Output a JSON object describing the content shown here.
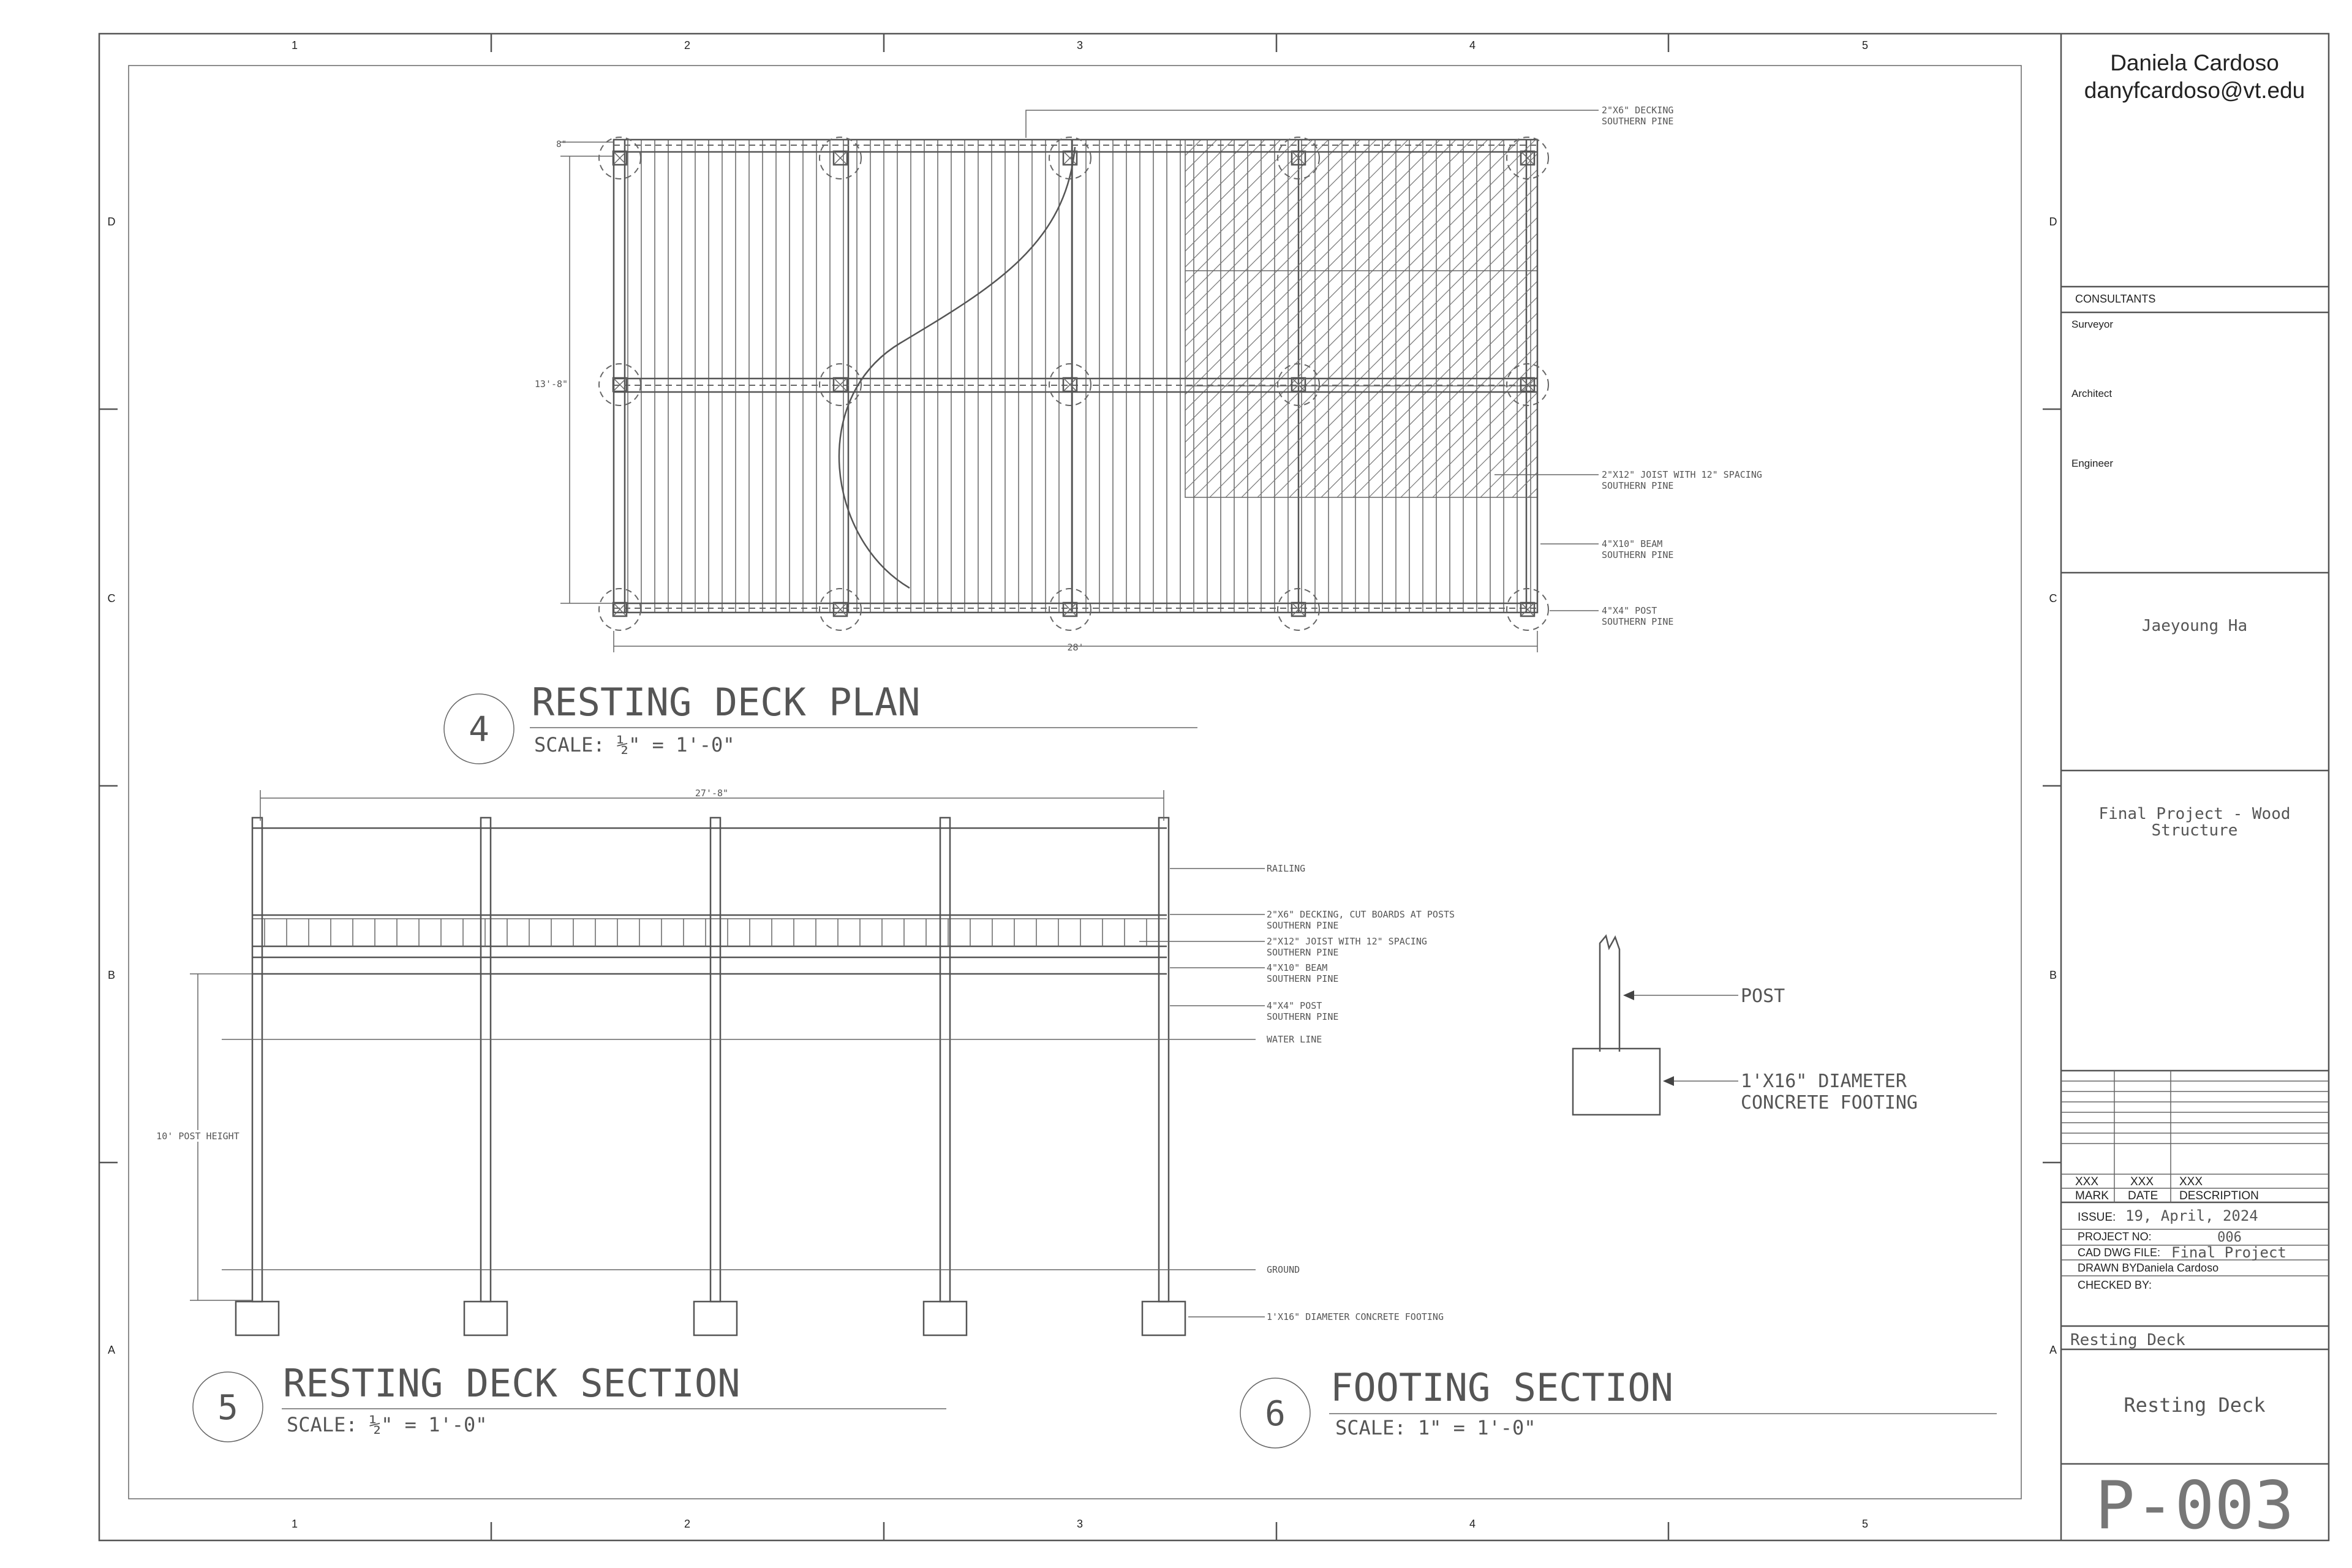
{
  "grid": {
    "columns": [
      "1",
      "2",
      "3",
      "4",
      "5"
    ],
    "rows": [
      "D",
      "C",
      "B",
      "A"
    ]
  },
  "title_block": {
    "author_name": "Daniela Cardoso",
    "author_email": "danyfcardoso@vt.edu",
    "consultants_header": "CONSULTANTS",
    "consultants": [
      "Surveyor",
      "Architect",
      "Engineer"
    ],
    "client": "Jaeyoung Ha",
    "project_title_line1": "Final Project - Wood",
    "project_title_line2": "Structure",
    "revision": {
      "mark": "XXX",
      "date": "XXX",
      "description": "XXX"
    },
    "revision_headers": {
      "mark": "MARK",
      "date": "DATE",
      "description": "DESCRIPTION"
    },
    "issue_label": "ISSUE:",
    "issue_value": "19, April, 2024",
    "project_no_label": "PROJECT NO:",
    "project_no_value": "006",
    "cad_file_label": "CAD DWG FILE:",
    "cad_file_value": "Final Project",
    "drawn_by_label": "DRAWN BY:",
    "drawn_by_value": "Daniela Cardoso",
    "checked_by_label": "CHECKED BY:",
    "checked_by_value": "",
    "sheet_name_small": "Resting Deck",
    "sheet_name": "Resting Deck",
    "sheet_number": "P-003"
  },
  "plan": {
    "number": "4",
    "title": "RESTING DECK PLAN",
    "scale": "SCALE: ½\" = 1'-0\"",
    "dim_width": "28'",
    "dim_height": "13'-8\"",
    "dim_small": "8\"",
    "callouts": [
      {
        "line1": "2\"X6\" DECKING",
        "line2": "SOUTHERN PINE"
      },
      {
        "line1": "2\"X12\" JOIST WITH 12\" SPACING",
        "line2": "SOUTHERN PINE"
      },
      {
        "line1": "4\"X10\" BEAM",
        "line2": "SOUTHERN PINE"
      },
      {
        "line1": "4\"X4\" POST",
        "line2": "SOUTHERN PINE"
      }
    ]
  },
  "section": {
    "number": "5",
    "title": "RESTING DECK SECTION",
    "scale": "SCALE: ½\" = 1'-0\"",
    "dim_width": "27'-8\"",
    "dim_height": "10' POST HEIGHT",
    "callouts": [
      {
        "line1": "RAILING",
        "line2": ""
      },
      {
        "line1": "2\"X6\" DECKING, CUT BOARDS AT POSTS",
        "line2": "SOUTHERN PINE"
      },
      {
        "line1": "2\"X12\" JOIST WITH 12\" SPACING",
        "line2": "SOUTHERN PINE"
      },
      {
        "line1": "4\"X10\" BEAM",
        "line2": "SOUTHERN PINE"
      },
      {
        "line1": "4\"X4\" POST",
        "line2": "SOUTHERN PINE"
      },
      {
        "line1": "WATER LINE",
        "line2": ""
      },
      {
        "line1": "GROUND",
        "line2": ""
      },
      {
        "line1": "1'X16\" DIAMETER CONCRETE FOOTING",
        "line2": ""
      }
    ]
  },
  "footing": {
    "number": "6",
    "title": "FOOTING SECTION",
    "scale": "SCALE: 1\" = 1'-0\"",
    "post_label": "POST",
    "footing_line1": "1'X16\" DIAMETER",
    "footing_line2": "CONCRETE FOOTING"
  }
}
